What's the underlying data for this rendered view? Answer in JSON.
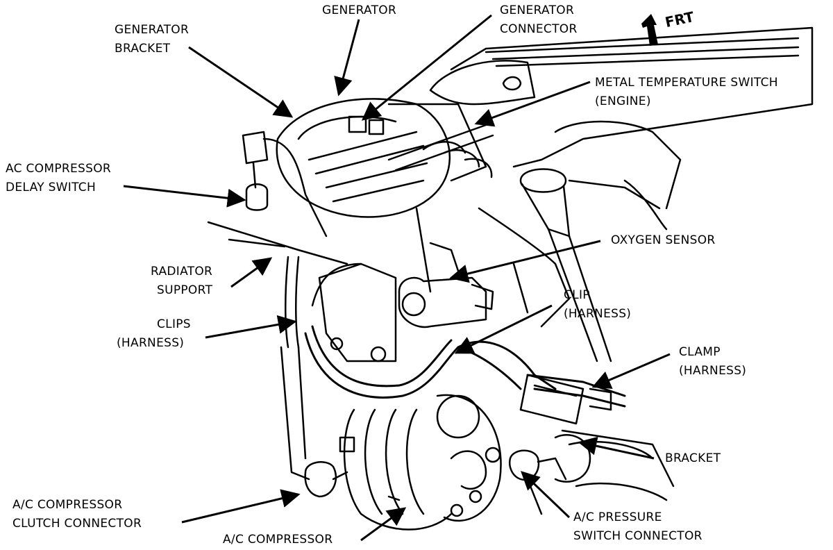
{
  "orientation": {
    "label": "FRT"
  },
  "labels": {
    "generator": [
      "GENERATOR"
    ],
    "generator_bracket": [
      "GENERATOR",
      "BRACKET"
    ],
    "generator_connector": [
      "GENERATOR",
      "CONNECTOR"
    ],
    "metal_temp_switch": [
      "METAL TEMPERATURE SWITCH",
      "(ENGINE)"
    ],
    "ac_delay_switch": [
      "AC COMPRESSOR",
      "DELAY SWITCH"
    ],
    "oxygen_sensor": [
      "OXYGEN SENSOR"
    ],
    "radiator_support": [
      "RADIATOR",
      "SUPPORT"
    ],
    "clip_harness": [
      "CLIP",
      "(HARNESS)"
    ],
    "clips_harness": [
      "CLIPS",
      "(HARNESS)"
    ],
    "clamp_harness": [
      "CLAMP",
      "(HARNESS)"
    ],
    "bracket": [
      "BRACKET"
    ],
    "ac_clutch_connector": [
      "A/C COMPRESSOR",
      "CLUTCH CONNECTOR"
    ],
    "ac_pressure_switch_connector": [
      "A/C PRESSURE",
      "SWITCH CONNECTOR"
    ],
    "ac_compressor": [
      "A/C COMPRESSOR"
    ]
  }
}
